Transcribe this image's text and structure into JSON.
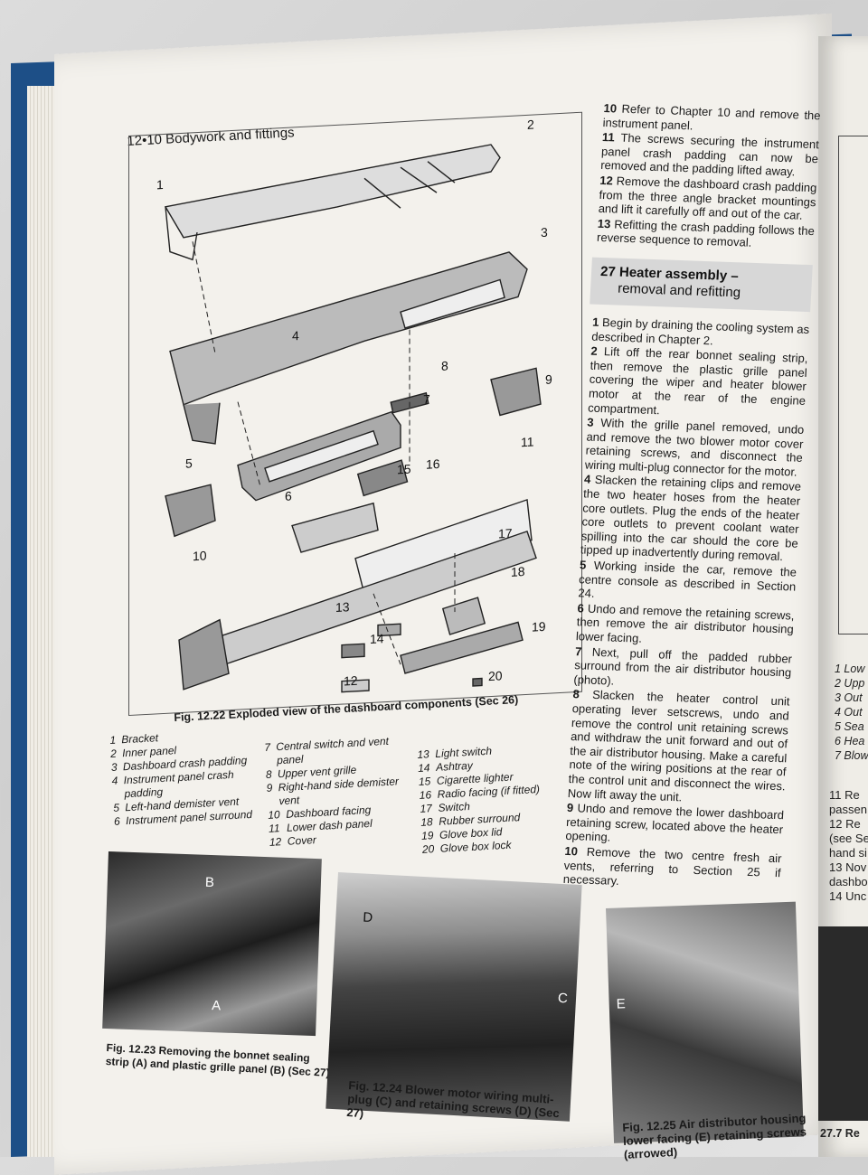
{
  "header": {
    "page_number": "12•10",
    "title": "Bodywork and fittings"
  },
  "figure": {
    "caption": "Fig. 12.22 Exploded view of the dashboard components (Sec 26)",
    "callouts": [
      "1",
      "2",
      "3",
      "4",
      "5",
      "6",
      "7",
      "8",
      "9",
      "10",
      "11",
      "12",
      "13",
      "14",
      "15",
      "16",
      "17",
      "18",
      "19",
      "20"
    ],
    "legend_col1": [
      {
        "n": "1",
        "t": "Bracket"
      },
      {
        "n": "2",
        "t": "Inner panel"
      },
      {
        "n": "3",
        "t": "Dashboard crash padding"
      },
      {
        "n": "4",
        "t": "Instrument panel crash"
      },
      {
        "n": "",
        "t": "padding"
      },
      {
        "n": "5",
        "t": "Left-hand demister vent"
      },
      {
        "n": "6",
        "t": "Instrument panel surround"
      }
    ],
    "legend_col2": [
      {
        "n": "7",
        "t": "Central switch and vent"
      },
      {
        "n": "",
        "t": "panel"
      },
      {
        "n": "8",
        "t": "Upper vent grille"
      },
      {
        "n": "9",
        "t": "Right-hand side demister"
      },
      {
        "n": "",
        "t": "vent"
      },
      {
        "n": "10",
        "t": "Dashboard facing"
      },
      {
        "n": "11",
        "t": "Lower dash panel"
      },
      {
        "n": "12",
        "t": "Cover"
      }
    ],
    "legend_col3": [
      {
        "n": "13",
        "t": "Light switch"
      },
      {
        "n": "14",
        "t": "Ashtray"
      },
      {
        "n": "15",
        "t": "Cigarette lighter"
      },
      {
        "n": "16",
        "t": "Radio facing (if fitted)"
      },
      {
        "n": "17",
        "t": "Switch"
      },
      {
        "n": "18",
        "t": "Rubber surround"
      },
      {
        "n": "19",
        "t": "Glove box lid"
      },
      {
        "n": "20",
        "t": "Glove box lock"
      }
    ]
  },
  "text_column": {
    "p10": {
      "n": "10",
      "t": "Refer to Chapter 10 and remove the instrument panel."
    },
    "p11": {
      "n": "11",
      "t": "The screws securing the instrument panel crash padding can now be removed and the padding lifted away."
    },
    "p12": {
      "n": "12",
      "t": "Remove the dashboard crash padding from the three angle bracket mountings and lift it carefully off and out of the car."
    },
    "p13": {
      "n": "13",
      "t": "Refitting the crash padding follows the reverse sequence to removal."
    },
    "section": {
      "line1": "27 Heater assembly –",
      "line2": "removal and refitting"
    },
    "s1": {
      "n": "1",
      "t": "Begin by draining the cooling system as described in Chapter 2."
    },
    "s2": {
      "n": "2",
      "t": "Lift off the rear bonnet sealing strip, then remove the plastic grille panel covering the wiper and heater blower motor at the rear of the engine compartment."
    },
    "s3": {
      "n": "3",
      "t": "With the grille panel removed, undo and remove the two blower motor cover retaining screws, and disconnect the wiring multi-plug connector for the motor."
    },
    "s4": {
      "n": "4",
      "t": "Slacken the retaining clips and remove the two heater hoses from the heater core outlets. Plug the ends of the heater core outlets to prevent coolant water spilling into the car should the core be tipped up inadvertently during removal."
    },
    "s5": {
      "n": "5",
      "t": "Working inside the car, remove the centre console as described in Section 24."
    },
    "s6": {
      "n": "6",
      "t": "Undo and remove the retaining screws, then remove the air distributor housing lower facing."
    },
    "s7": {
      "n": "7",
      "t": "Next, pull off the padded rubber surround from the air distributor housing (photo)."
    },
    "s8": {
      "n": "8",
      "t": "Slacken the heater control unit operating lever setscrews, undo and remove the control unit retaining screws and withdraw the unit forward and out of the air distributor housing. Make a careful note of the wiring positions at the rear of the control unit and disconnect the wires. Now lift away the unit."
    },
    "s9": {
      "n": "9",
      "t": "Undo and remove the lower dashboard retaining screw, located above the heater opening."
    },
    "s10": {
      "n": "10",
      "t": "Remove the two centre fresh air vents, referring to Section 25 if necessary."
    }
  },
  "photos": {
    "p1": {
      "caption": "Fig. 12.23 Removing the bonnet sealing strip (A) and plastic grille panel (B) (Sec 27)",
      "labels": [
        "B",
        "A"
      ]
    },
    "p2": {
      "caption": "Fig. 12.24 Blower motor wiring multi-plug (C) and retaining screws (D) (Sec 27)",
      "labels": [
        "D",
        "C"
      ]
    },
    "p3": {
      "caption": "Fig. 12.25 Air distributor housing lower facing (E) retaining screws (arrowed)",
      "labels": [
        "E"
      ]
    }
  },
  "right_page": {
    "list": [
      "1 Low",
      "2 Upp",
      "3 Out",
      "4 Out",
      "5 Sea",
      "6 Hea",
      "7 Blow"
    ],
    "text": [
      "11 Re",
      "passen",
      "12 Re",
      "(see Se",
      "hand si",
      "13 Nov",
      "dashbo",
      "14 Unc"
    ],
    "caption": "27.7 Re"
  }
}
